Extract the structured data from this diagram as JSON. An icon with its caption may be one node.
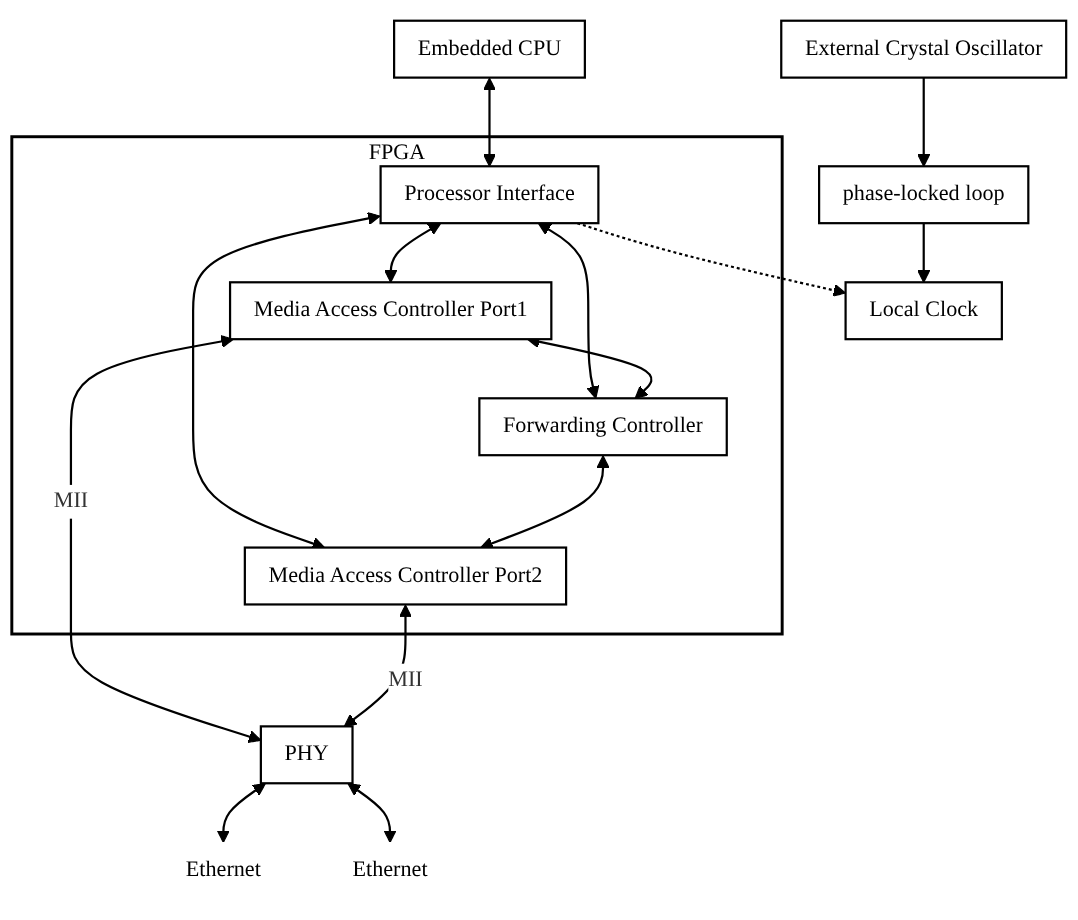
{
  "diagram": {
    "nodes": [
      {
        "text": [
          "Embedded CPU"
        ]
      },
      {
        "text": [
          "FPGA"
        ]
      },
      {
        "text": [
          "Processor Interface"
        ],
        "in": 1
      },
      {
        "text": [
          "Media Access Controller Port1"
        ],
        "in": 1
      },
      {
        "text": [
          "Forwarding Controller"
        ],
        "in": 1
      },
      {
        "text": [
          "Media Access Controller Port2"
        ],
        "in": 1
      },
      {
        "text": [
          "Local Clock"
        ]
      },
      {
        "text": [
          "phase-locked loop"
        ]
      },
      {
        "text": [
          "PHY"
        ]
      },
      {
        "text": [
          "External Crystal Oscillator"
        ]
      },
      {
        "text": [
          "Ethernet"
        ]
      },
      {
        "text": [
          "Ethernet"
        ]
      }
    ],
    "edges": [
      {
        "from": 0,
        "to": 2,
        "arrow": "both"
      },
      {
        "from": 2,
        "to": 3,
        "arrow": "both"
      },
      {
        "from": 2,
        "to": 4,
        "arrow": "both"
      },
      {
        "from": 2,
        "to": 5,
        "arrow": "both"
      },
      {
        "from": 3,
        "to": 4,
        "arrow": "both"
      },
      {
        "from": 4,
        "to": 5,
        "arrow": "both"
      },
      {
        "from": 2,
        "to": 6,
        "arrow": "to",
        "style": "dashed"
      },
      {
        "from": 7,
        "to": 6,
        "arrow": "to"
      },
      {
        "from": 9,
        "to": 7,
        "arrow": "to"
      },
      {
        "from": 3,
        "to": 8,
        "arrow": "both",
        "label": "MII"
      },
      {
        "from": 5,
        "to": 8,
        "arrow": "both",
        "label": "MII"
      },
      {
        "from": 8,
        "to": 10,
        "arrow": "both"
      },
      {
        "from": 8,
        "to": 11,
        "arrow": "both"
      }
    ]
  }
}
